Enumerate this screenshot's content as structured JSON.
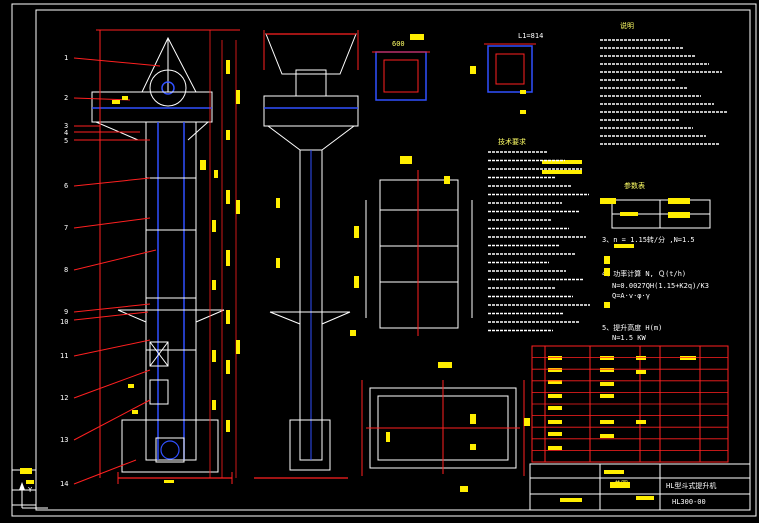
{
  "drawing": {
    "model_label": "HL型斗式提升机",
    "drawing_number": "HL300-00",
    "title_block_name": "总图",
    "ucs_marker": "Y",
    "callouts": [
      "1",
      "2",
      "3",
      "4",
      "5",
      "6",
      "7",
      "8",
      "9",
      "10",
      "11",
      "12",
      "13",
      "14"
    ],
    "top_view_dims": [
      "600",
      "L1=814"
    ],
    "notes_heading": "说明",
    "tech_heading": "技术要求",
    "param_heading": "参数表",
    "param_lines": [
      "3、n = 1.15转/分 ,N=1.5",
      "4、功率计算 N,  Ｑ(t/h)",
      "5、提升高度 H(m)"
    ],
    "formula_lines": [
      "N=0.0027QH(1.15+K2q)/K3",
      "Q=A·v·φ·γ",
      "N=1.5 KW"
    ]
  },
  "colors": {
    "background": "#000000",
    "frame": "#ffffff",
    "outline": "#ff2020",
    "highlight": "#ffee00",
    "blue": "#3050ff"
  }
}
